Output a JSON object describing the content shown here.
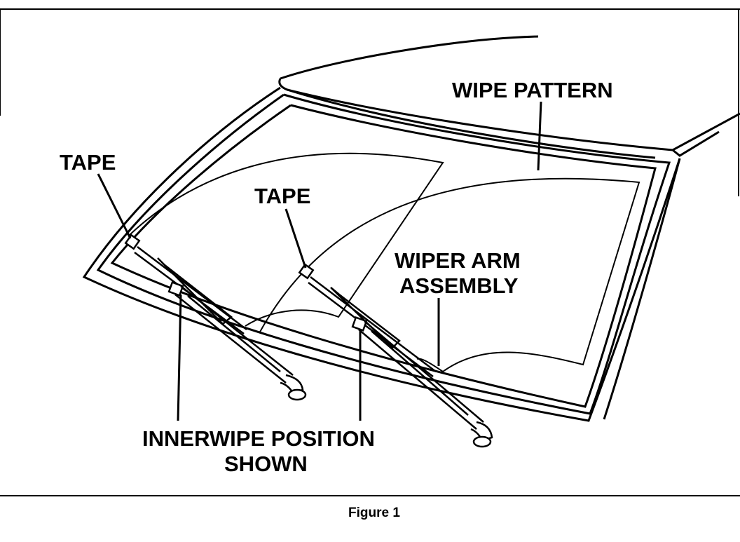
{
  "labels": {
    "wipe_pattern": "WIPE PATTERN",
    "tape_left": "TAPE",
    "tape_center": "TAPE",
    "wiper_arm_line1": "WIPER ARM",
    "wiper_arm_line2": "ASSEMBLY",
    "innerwipe_line1": "INNERWIPE POSITION",
    "innerwipe_line2": "SHOWN"
  },
  "caption": "Figure 1",
  "colors": {
    "ink": "#000000",
    "paper": "#ffffff"
  }
}
